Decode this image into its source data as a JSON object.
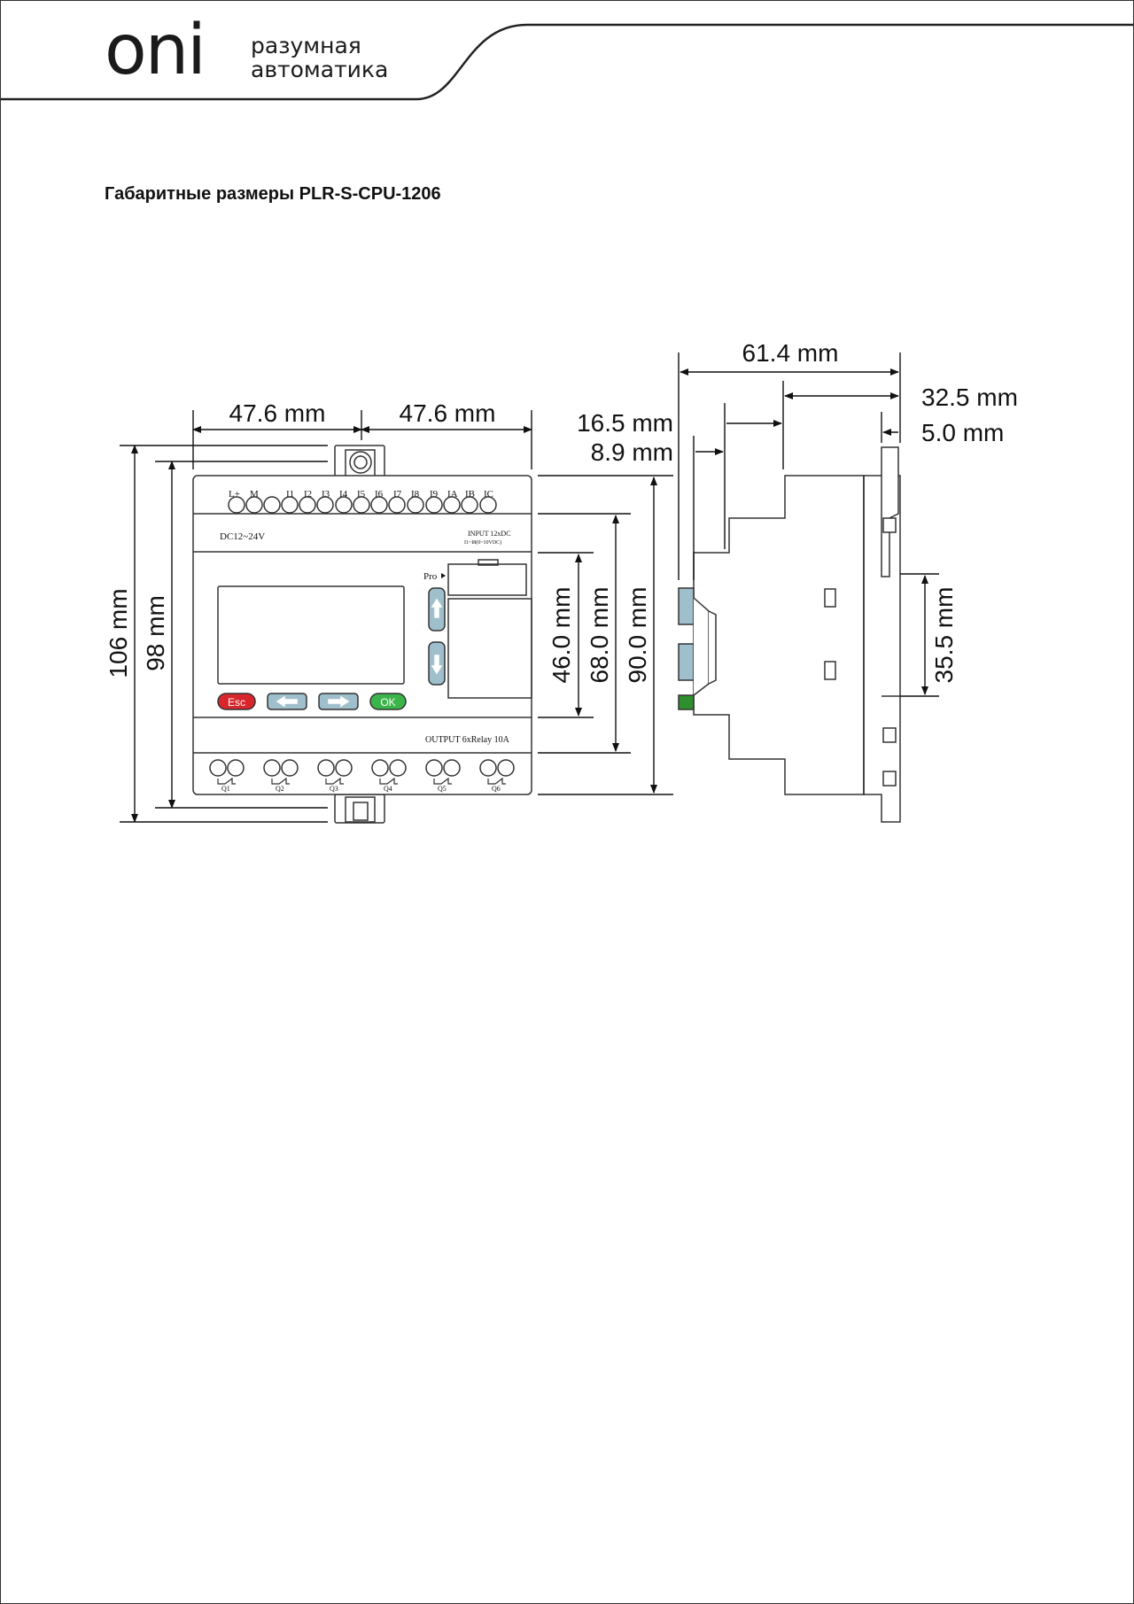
{
  "brand": {
    "logo": "oni",
    "tagline_line1": "разумная",
    "tagline_line2": "автоматика"
  },
  "title": "Габаритные размеры PLR-S-CPU-1206",
  "dimensions": {
    "width_left": "47.6 mm",
    "width_right": "47.6 mm",
    "height_total": "106 mm",
    "height_body": "98 mm",
    "height_90": "90.0 mm",
    "height_68": "68.0 mm",
    "height_46": "46.0 mm",
    "depth_total": "61.4 mm",
    "depth_32": "32.5 mm",
    "depth_16": "16.5 mm",
    "depth_8": "8.9 mm",
    "depth_5": "5.0 mm",
    "rail": "35.5 mm"
  },
  "device": {
    "input_terminals": [
      "L+",
      "M",
      "I1",
      "I2",
      "I3",
      "I4",
      "I5",
      "I6",
      "I7",
      "I8",
      "I9",
      "IA",
      "IB",
      "IC"
    ],
    "power_label": "DC12~24V",
    "input_label": "INPUT 12xDC",
    "input_sublabel": "I1~I8(0~10VDC)",
    "pro_label": "Pro",
    "output_label": "OUTPUT 6xRelay 10A",
    "outputs": [
      "Q1",
      "Q2",
      "Q3",
      "Q4",
      "Q5",
      "Q6"
    ],
    "buttons": {
      "esc": "Esc",
      "ok": "OK"
    }
  }
}
